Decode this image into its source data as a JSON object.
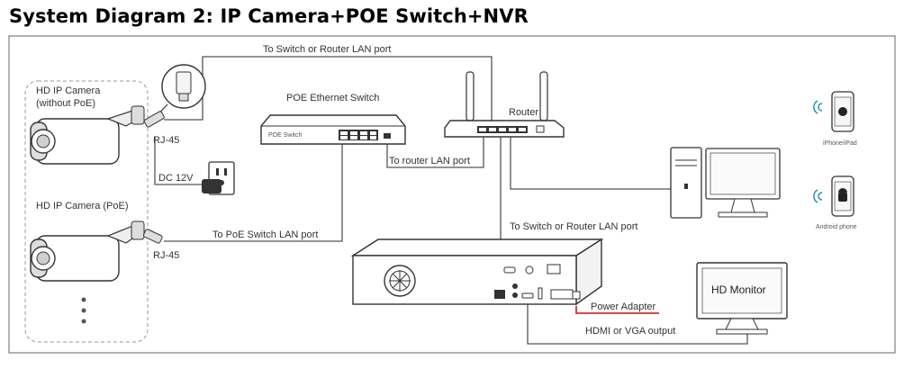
{
  "title": "System Diagram 2: IP Camera+POE Switch+NVR",
  "labels": {
    "camera_1": [
      "HD IP Camera",
      "(without PoE)"
    ],
    "camera_2": "HD IP Camera (PoE)",
    "rj45_top": "RJ-45",
    "rj45_bottom": "RJ-45",
    "dc12v": "DC 12V",
    "to_switch_router_top": "To Switch or Router LAN port",
    "poe_switch": "POE Ethernet Switch",
    "switch_model": "POE Switch",
    "router": "Router",
    "to_router_lan": "To router LAN port",
    "to_poe_switch_lan": "To PoE Switch LAN port",
    "to_switch_router_mid": "To Switch or Router LAN port",
    "power_adapter": "Power Adapter",
    "hdmi_vga": "HDMI or VGA output",
    "hd_monitor": "HD Monitor",
    "iphone": "iPhone/iPad",
    "android": "Android phone"
  },
  "colors": {
    "power_line": "#d32f2f",
    "wire": "#555555",
    "device_stroke": "#333333"
  }
}
